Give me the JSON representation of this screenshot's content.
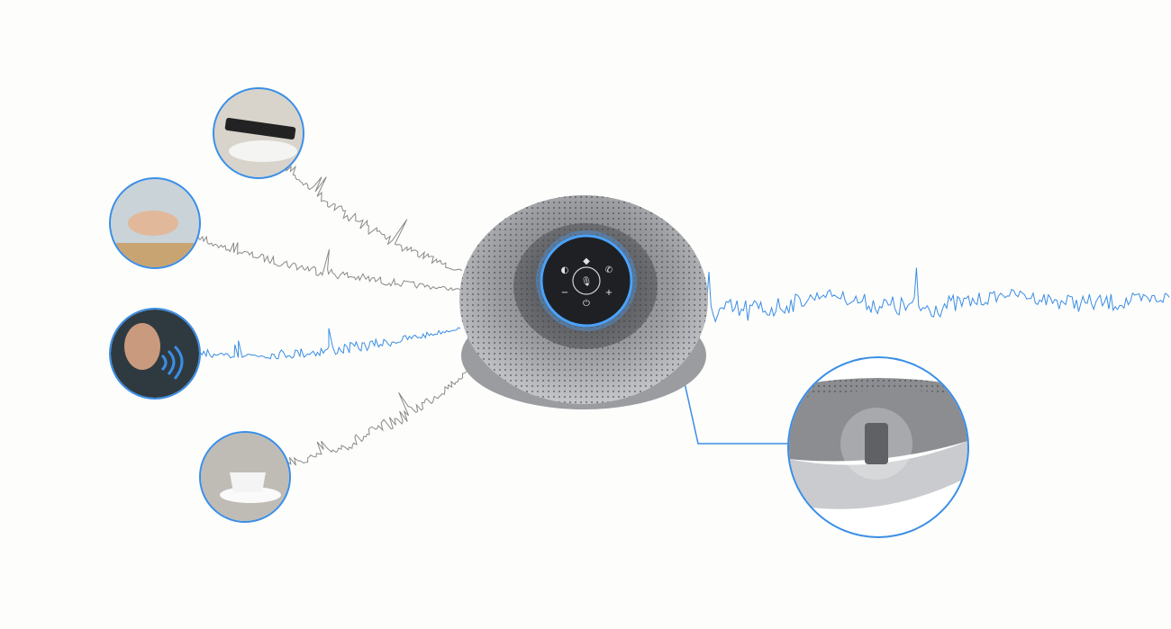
{
  "colors": {
    "background": "#fdfdfb",
    "accent_blue": "#3a8ee6",
    "wave_gray": "#8a8a8a",
    "speaker_body": "#8d8f93",
    "speaker_dark": "#2a2c30"
  },
  "scenes": [
    {
      "icon": "phone-on-device-photo"
    },
    {
      "icon": "finger-tap-photo"
    },
    {
      "icon": "speaking-person-photo"
    },
    {
      "icon": "teacup-photo"
    }
  ],
  "controls": [
    {
      "icon": "bluetooth-icon"
    },
    {
      "icon": "mute-icon"
    },
    {
      "icon": "microphone-icon"
    },
    {
      "icon": "phone-icon"
    },
    {
      "icon": "volume-down-icon"
    },
    {
      "icon": "volume-up-icon"
    },
    {
      "icon": "power-icon"
    }
  ]
}
